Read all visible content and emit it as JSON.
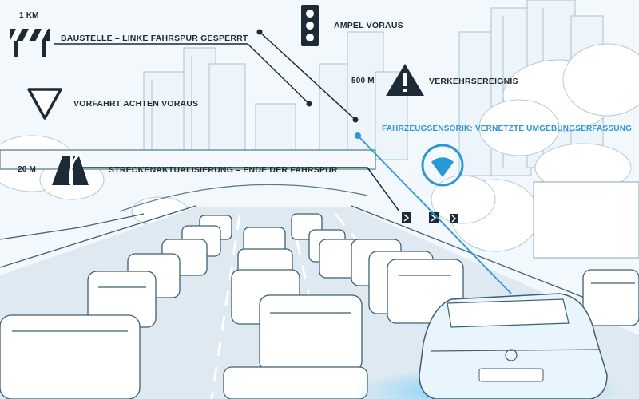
{
  "annotations": {
    "construction": {
      "distance": "1 KM",
      "text": "BAUSTELLE – LINKE FAHRSPUR GESPERRT",
      "icon": "roadworks-barrier-icon"
    },
    "traffic_light": {
      "text": "AMPEL VORAUS",
      "icon": "traffic-light-icon"
    },
    "traffic_event": {
      "distance": "500 M",
      "text": "VERKEHRSEREIGNIS",
      "icon": "warning-triangle-icon"
    },
    "yield": {
      "text": "VORFAHRT ACHTEN VORAUS",
      "icon": "yield-sign-icon"
    },
    "sensor": {
      "text": "FAHRZEUGSENSORIK: VERNETZTE UMGEBUNGSERFASSUNG",
      "icon": "wifi-signal-icon"
    },
    "lane_end": {
      "distance": "20 M",
      "text": "STRECKENAKTUALISIERUNG – ENDE DER FAHRSPUR",
      "icon": "lane-merge-icon"
    }
  },
  "colors": {
    "ink": "#1d2b36",
    "accent": "#2a97d6",
    "line_art": "#3f5f72",
    "sky": "#f3f8fc",
    "road": "#dfe9f1"
  }
}
